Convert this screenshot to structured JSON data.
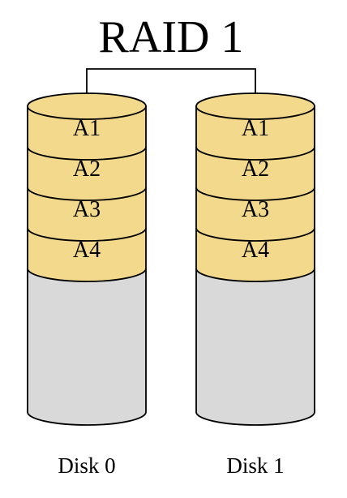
{
  "title": "RAID 1",
  "colors": {
    "block_fill": "#f2d98c",
    "empty_fill": "#d9d9d9",
    "outline": "#000000",
    "background": "#ffffff"
  },
  "disks": [
    {
      "label": "Disk 0",
      "blocks": [
        "A1",
        "A2",
        "A3",
        "A4"
      ]
    },
    {
      "label": "Disk 1",
      "blocks": [
        "A1",
        "A2",
        "A3",
        "A4"
      ]
    }
  ]
}
